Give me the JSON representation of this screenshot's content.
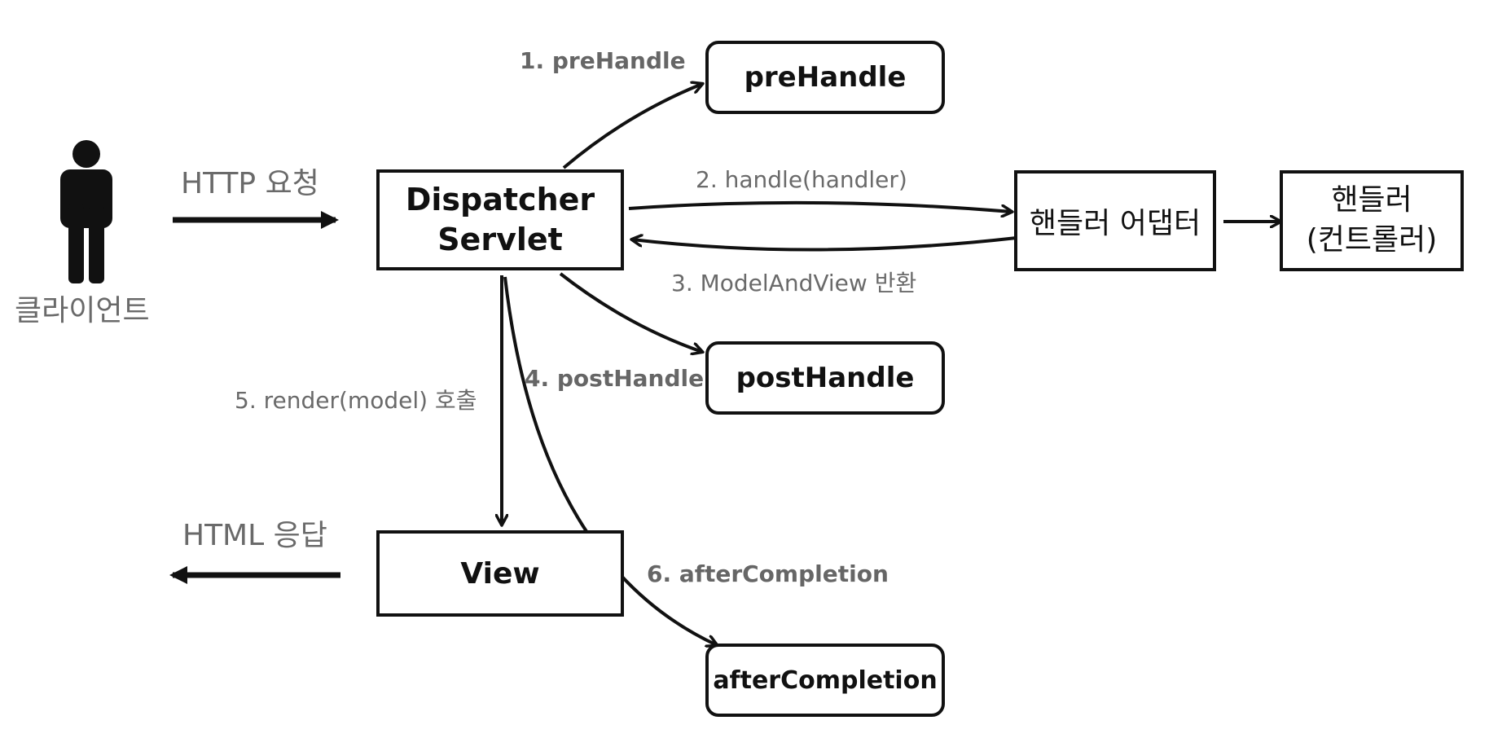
{
  "client": {
    "label": "클라이언트"
  },
  "request": {
    "label": "HTTP 요청"
  },
  "response": {
    "label": "HTML 응답"
  },
  "dispatcher": {
    "line1": "Dispatcher",
    "line2": "Servlet"
  },
  "adapter": {
    "label": "핸들러 어댑터"
  },
  "handler": {
    "line1": "핸들러",
    "line2": "(컨트롤러)"
  },
  "view": {
    "label": "View"
  },
  "interceptors": {
    "pre": "preHandle",
    "post": "postHandle",
    "after": "afterCompletion"
  },
  "steps": {
    "s1": "1. preHandle",
    "s2": "2. handle(handler)",
    "s3": "3. ModelAndView 반환",
    "s4": "4. postHandle",
    "s5": "5. render(model) 호출",
    "s6": "6. afterCompletion"
  }
}
